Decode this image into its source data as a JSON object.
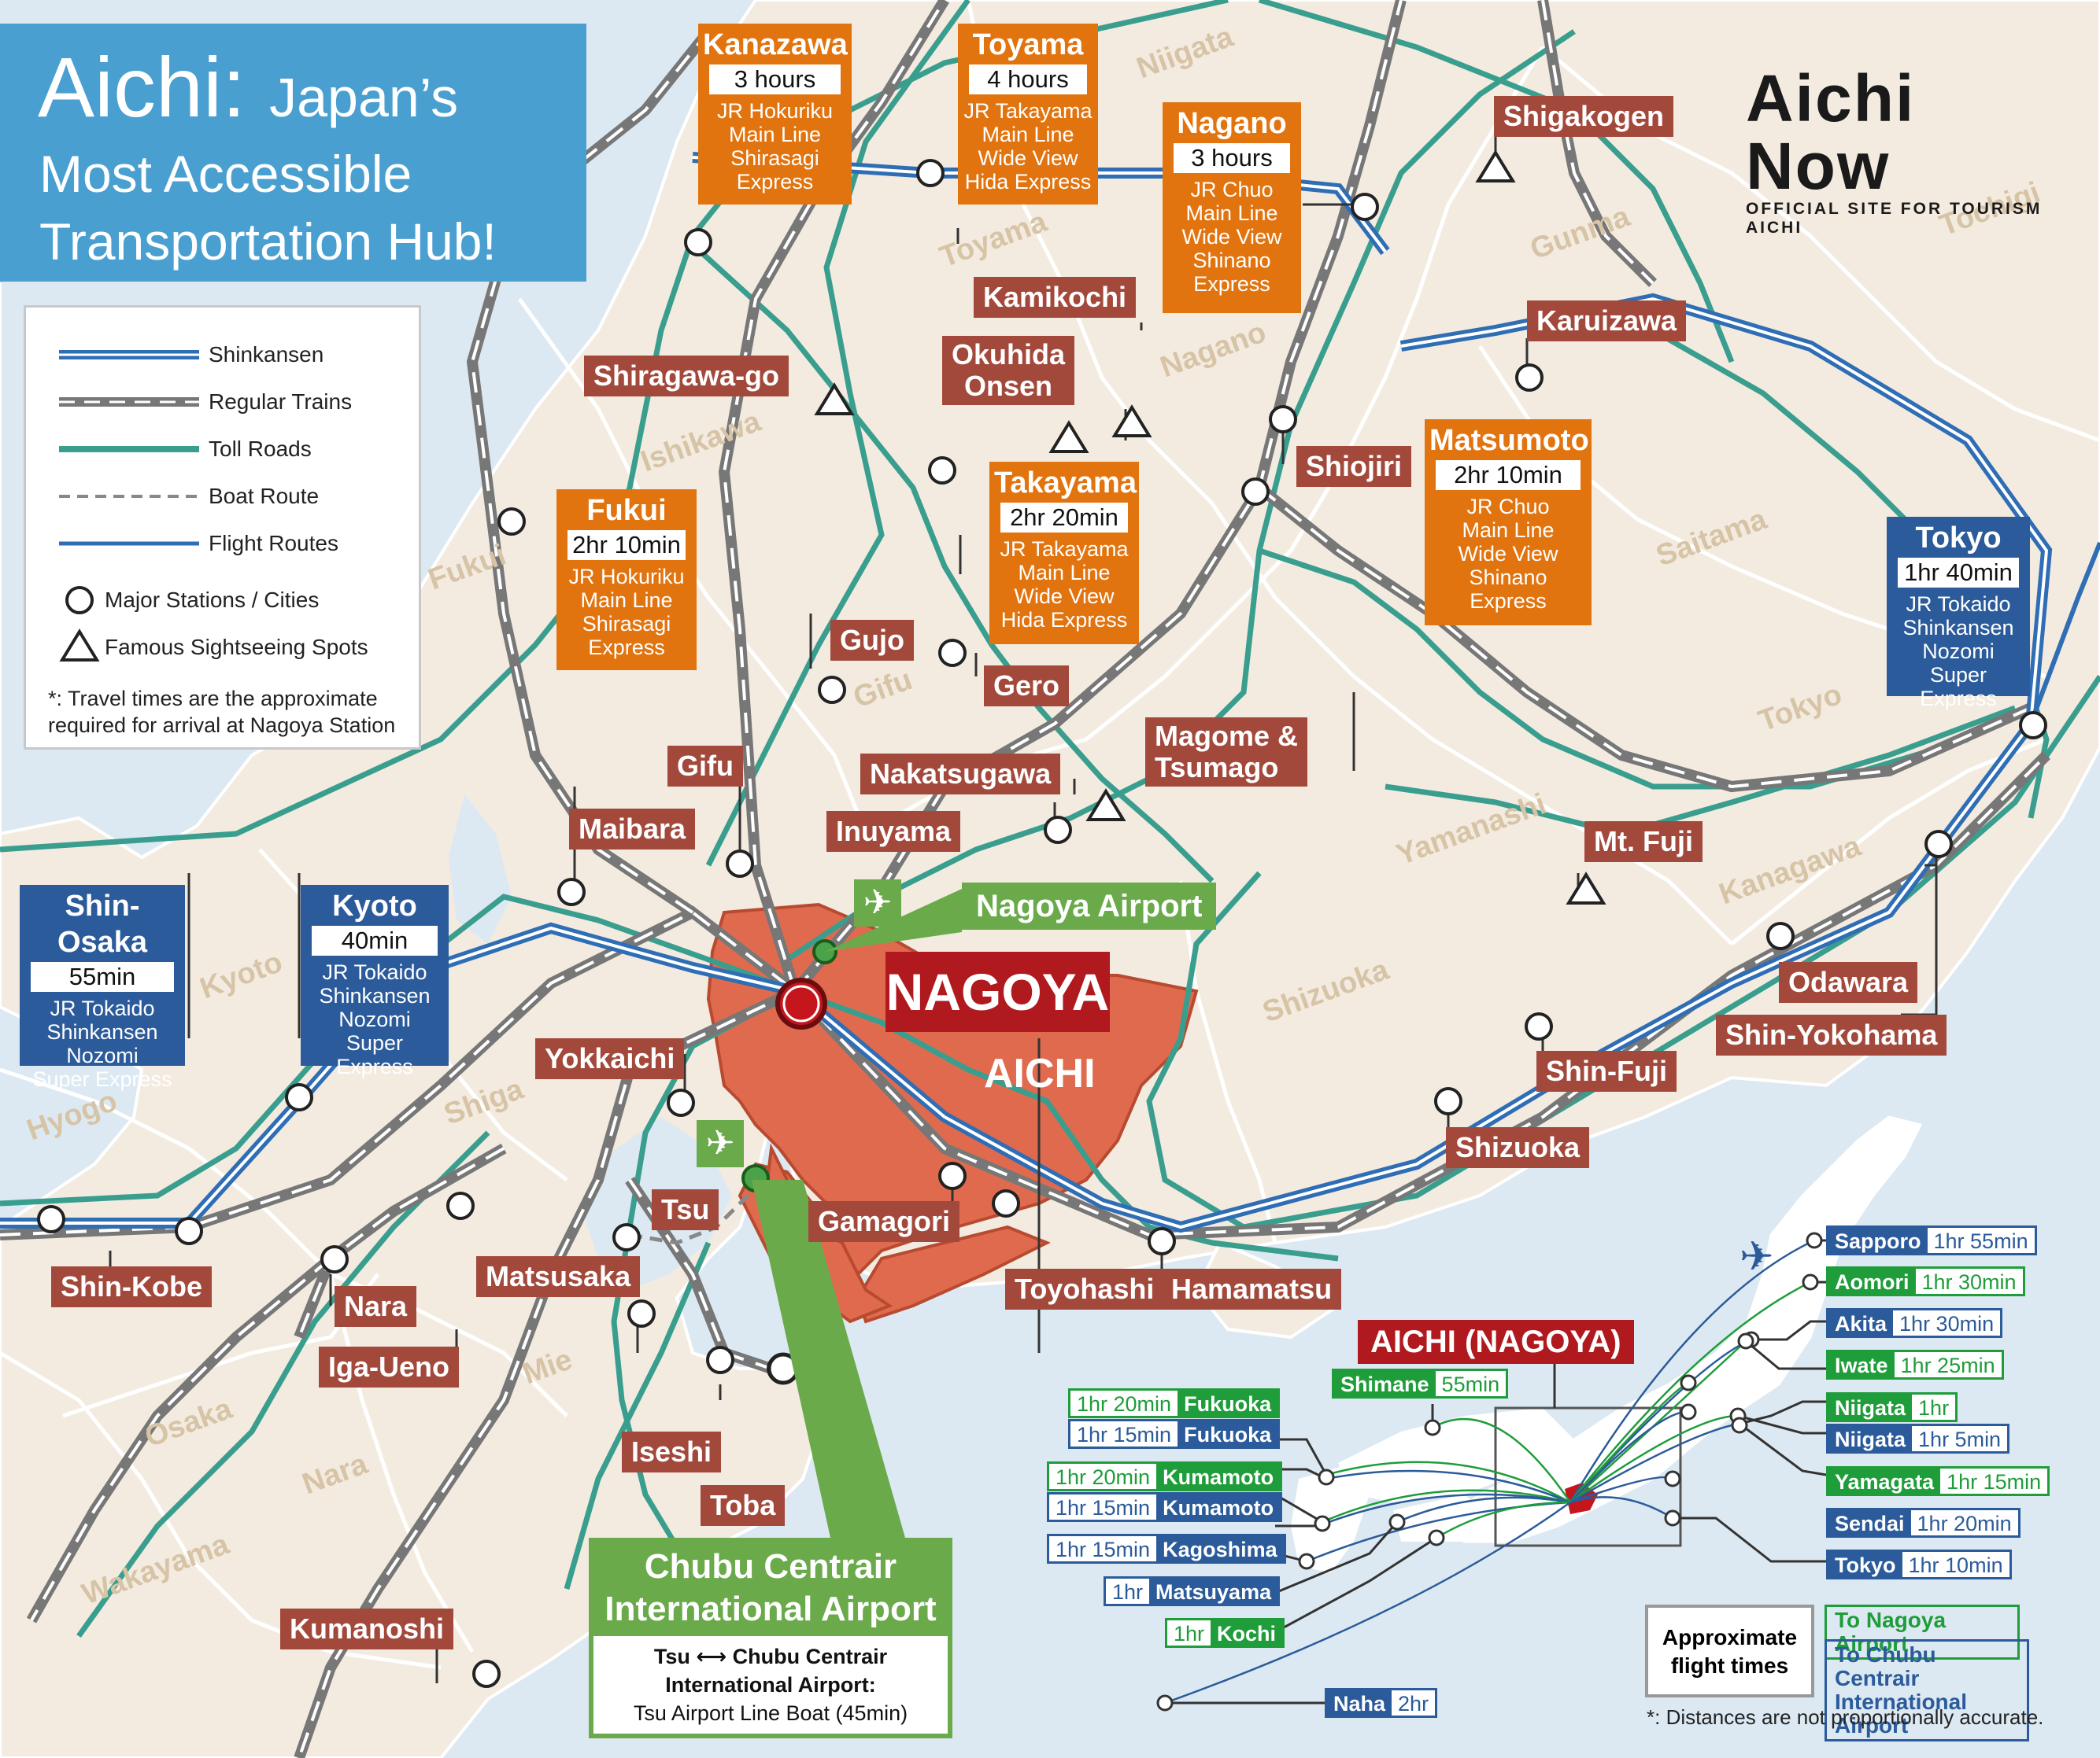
{
  "header": {
    "title_main": "Aichi:",
    "title_rest": "Japan’s",
    "title_line2": "Most Accessible",
    "title_line3": "Transportation Hub!"
  },
  "brand": {
    "name_part1": "Aichi",
    "name_part2": "Now",
    "tagline": "OFFICIAL SITE FOR TOURISM AICHI"
  },
  "legend": {
    "items": [
      {
        "label": "Shinkansen",
        "icon": "shinkansen-line-icon"
      },
      {
        "label": "Regular Trains",
        "icon": "regular-train-line-icon"
      },
      {
        "label": "Toll Roads",
        "icon": "toll-road-line-icon"
      },
      {
        "label": "Boat Route",
        "icon": "boat-route-line-icon"
      },
      {
        "label": "Flight Routes",
        "icon": "flight-route-line-icon"
      },
      {
        "label": "Major Stations / Cities",
        "icon": "circle-icon"
      },
      {
        "label": "Famous Sightseeing Spots",
        "icon": "triangle-icon"
      }
    ],
    "note_line1": "*: Travel times are the approximate",
    "note_line2": "required for arrival at Nagoya Station"
  },
  "colors": {
    "shinkansen": "#2f6db5",
    "regular": "#666666",
    "toll": "#3a9e8f",
    "flight": "#2f6db5",
    "land": "#f3ebe0",
    "sea": "#dce9f2",
    "aichi": "#e06a4e",
    "label": "#a3493c",
    "orange": "#e2740f",
    "blue": "#2b5b9a",
    "green": "#6aaa4b",
    "flight_green": "#1f9d3a"
  },
  "region_names": [
    "Niigata",
    "Toyama",
    "Ishikawa",
    "Fukui",
    "Gifu",
    "Nagano",
    "Gunma",
    "Tochigi",
    "Saitama",
    "Tokyo",
    "Kanagawa",
    "Yamanashi",
    "Shizuoka",
    "Kyoto",
    "Shiga",
    "Hyogo",
    "Osaka",
    "Nara",
    "Mie",
    "Wakayama"
  ],
  "info_boxes": {
    "kanazawa": {
      "name": "Kanazawa",
      "time": "3 hours",
      "line1": "JR Hokuriku",
      "line2": "Main Line",
      "line3": "Shirasagi",
      "line4": "Express"
    },
    "toyama": {
      "name": "Toyama",
      "time": "4 hours",
      "line1": "JR Takayama",
      "line2": "Main Line",
      "line3": "Wide View",
      "line4": "Hida Express"
    },
    "nagano": {
      "name": "Nagano",
      "time": "3 hours",
      "line1": "JR Chuo",
      "line2": "Main Line",
      "line3": "Wide View",
      "line4": "Shinano",
      "line5": "Express"
    },
    "fukui": {
      "name": "Fukui",
      "time": "2hr 10min",
      "line1": "JR Hokuriku",
      "line2": "Main Line",
      "line3": "Shirasagi",
      "line4": "Express"
    },
    "takayama": {
      "name": "Takayama",
      "time": "2hr 20min",
      "line1": "JR Takayama",
      "line2": "Main Line",
      "line3": "Wide View",
      "line4": "Hida Express"
    },
    "matsumoto": {
      "name": "Matsumoto",
      "time": "2hr 10min",
      "line1": "JR Chuo",
      "line2": "Main Line",
      "line3": "Wide View",
      "line4": "Shinano",
      "line5": "Express"
    },
    "tokyo": {
      "name": "Tokyo",
      "time": "1hr 40min",
      "line1": "JR Tokaido",
      "line2": "Shinkansen",
      "line3": "Nozomi",
      "line4": "Super Express"
    },
    "shin_osaka": {
      "name": "Shin-Osaka",
      "time": "55min",
      "line1": "JR Tokaido",
      "line2": "Shinkansen",
      "line3": "Nozomi",
      "line4": "Super Express"
    },
    "kyoto": {
      "name": "Kyoto",
      "time": "40min",
      "line1": "JR Tokaido",
      "line2": "Shinkansen",
      "line3": "Nozomi",
      "line4": "Super Express"
    }
  },
  "place_labels": {
    "shigakogen": "Shigakogen",
    "kamikochi": "Kamikochi",
    "okuhida1": "Okuhida",
    "okuhida2": "Onsen",
    "shirakawago": "Shiragawa-go",
    "karuizawa": "Karuizawa",
    "shiojiri": "Shiojiri",
    "gujo": "Gujo",
    "gero": "Gero",
    "gifu": "Gifu",
    "nakatsugawa": "Nakatsugawa",
    "magome1": "Magome &",
    "magome2": "Tsumago",
    "maibara": "Maibara",
    "inuyama": "Inuyama",
    "mtfuji": "Mt. Fuji",
    "odawara": "Odawara",
    "shin_yokohama": "Shin-Yokohama",
    "shin_fuji": "Shin-Fuji",
    "shizuoka": "Shizuoka",
    "yokkaichi": "Yokkaichi",
    "tsu": "Tsu",
    "gamagori": "Gamagori",
    "toyohashi": "Toyohashi",
    "hamamatsu": "Hamamatsu",
    "shin_kobe": "Shin-Kobe",
    "nara": "Nara",
    "iga_ueno": "Iga-Ueno",
    "matsusaka": "Matsusaka",
    "iseshi": "Iseshi",
    "toba": "Toba",
    "kumanoshi": "Kumanoshi"
  },
  "center": {
    "nagoya": "NAGOYA",
    "aichi": "AICHI",
    "nagoya_airport": "Nagoya Airport"
  },
  "chubu": {
    "title1": "Chubu Centrair",
    "title2": "International Airport",
    "route_from": "Tsu",
    "route_arrow": "⟷",
    "route_to": "Chubu Centrair",
    "route_to2": "International Airport:",
    "boat": "Tsu Airport Line Boat (45min)"
  },
  "flights": {
    "title": "AICHI (NAGOYA)",
    "shimane": {
      "dest": "Shimane",
      "time": "55min"
    },
    "fukuoka_g": {
      "time": "1hr 20min",
      "dest": "Fukuoka"
    },
    "fukuoka_b": {
      "time": "1hr 15min",
      "dest": "Fukuoka"
    },
    "kumamoto_g": {
      "time": "1hr 20min",
      "dest": "Kumamoto"
    },
    "kumamoto_b": {
      "time": "1hr 15min",
      "dest": "Kumamoto"
    },
    "kagoshima": {
      "time": "1hr 15min",
      "dest": "Kagoshima"
    },
    "matsuyama": {
      "time": "1hr",
      "dest": "Matsuyama"
    },
    "kochi": {
      "time": "1hr",
      "dest": "Kochi"
    },
    "naha": {
      "dest": "Naha",
      "time": "2hr"
    },
    "sapporo": {
      "dest": "Sapporo",
      "time": "1hr 55min"
    },
    "aomori": {
      "dest": "Aomori",
      "time": "1hr 30min"
    },
    "akita": {
      "dest": "Akita",
      "time": "1hr 30min"
    },
    "iwate": {
      "dest": "Iwate",
      "time": "1hr 25min"
    },
    "niigata_g": {
      "dest": "Niigata",
      "time": "1hr"
    },
    "niigata_b": {
      "dest": "Niigata",
      "time": "1hr 5min"
    },
    "yamagata": {
      "dest": "Yamagata",
      "time": "1hr 15min"
    },
    "sendai": {
      "dest": "Sendai",
      "time": "1hr 20min"
    },
    "tokyo": {
      "dest": "Tokyo",
      "time": "1hr 10min"
    },
    "key_title1": "Approximate",
    "key_title2": "flight times",
    "key_green": "To Nagoya Airport",
    "key_blue1": "To Chubu Centrair",
    "key_blue2": "International Airport",
    "footnote": "*: Distances are not proportionally accurate."
  }
}
